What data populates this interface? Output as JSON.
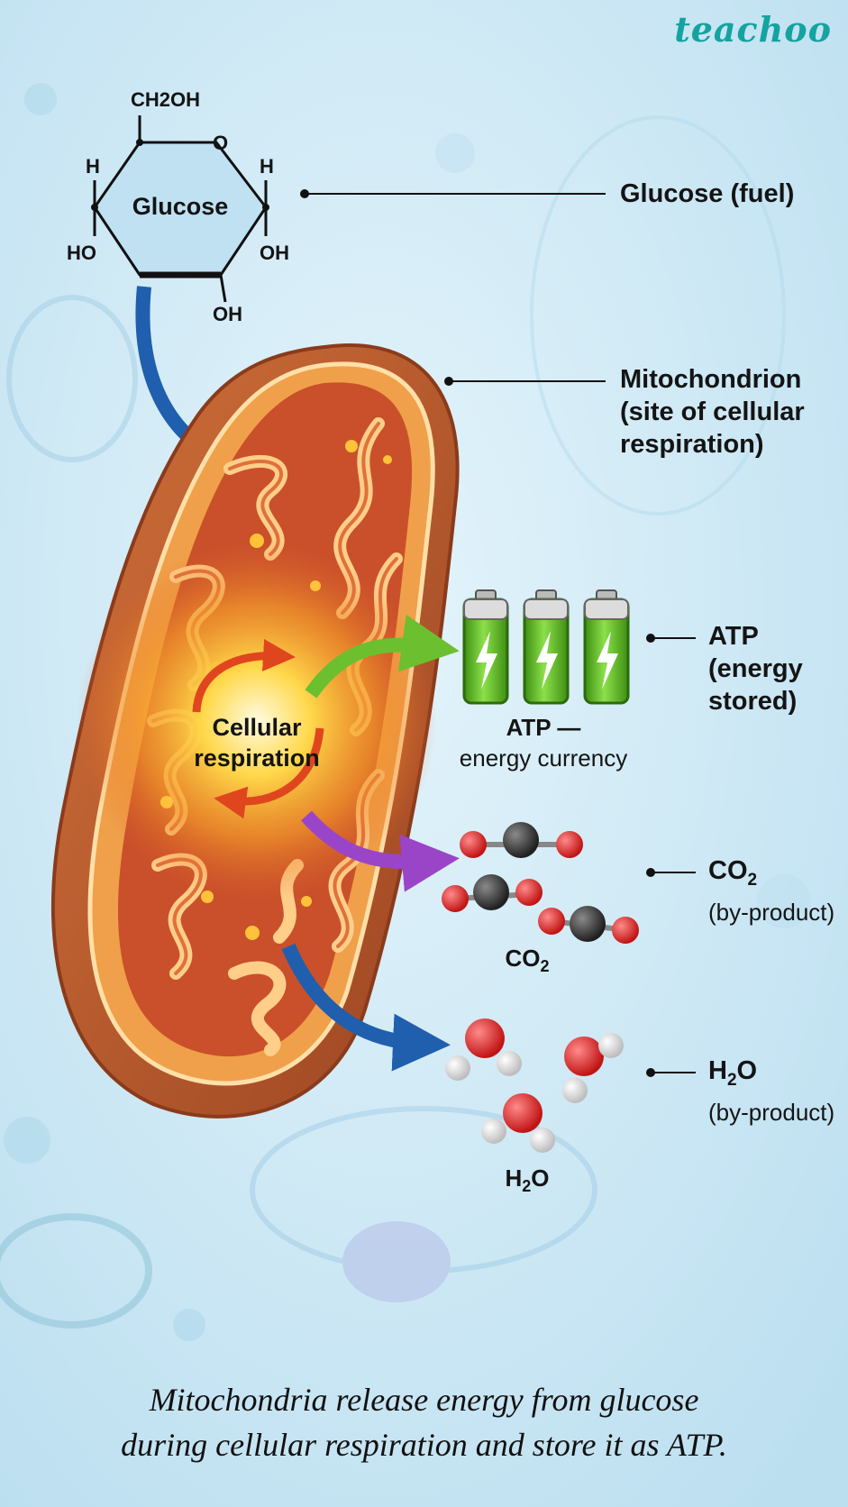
{
  "brand": "teachoo",
  "glucose_molecule": {
    "ring_label": "Glucose",
    "top_group": "CH2OH",
    "ring_oxygen": "O",
    "left_h": "H",
    "right_h": "H",
    "left_ho": "HO",
    "right_oh": "OH",
    "bottom_oh": "OH"
  },
  "callouts": {
    "glucose": {
      "title": "Glucose (fuel)"
    },
    "mitochondrion": {
      "lines": [
        "Mitochondrion",
        "(site of cellular",
        "respiration)"
      ]
    },
    "atp": {
      "lines": [
        "ATP",
        "(energy",
        "stored)"
      ]
    },
    "co2": {
      "formula": "CO",
      "subscript": "2",
      "note": "(by-product)"
    },
    "h2o": {
      "formula_a": "H",
      "subscript": "2",
      "formula_b": "O",
      "note": "(by-product)"
    }
  },
  "inline_labels": {
    "cellular_respiration": [
      "Cellular",
      "respiration"
    ],
    "atp_currency": [
      "ATP —",
      "energy currency"
    ],
    "co2": {
      "formula": "CO",
      "subscript": "2"
    },
    "h2o": {
      "formula_a": "H",
      "subscript": "2",
      "formula_b": "O"
    }
  },
  "caption": [
    "Mitochondria release energy from glucose",
    "during cellular respiration and store it as ATP."
  ],
  "colors": {
    "background": "#d6edf7",
    "glucose_ring": "#bfe1f2",
    "arrow_blue": "#1f5fae",
    "arrow_green": "#6cbf2f",
    "arrow_purple": "#9a45c8",
    "battery_green": "#5db81e",
    "oxygen_atom": "#d81e1e",
    "carbon_atom": "#333333",
    "hydrogen_atom": "#eeeeee",
    "mitochondrion_outer": "#b9542a",
    "mitochondrion_inner": "#e98a3a",
    "brand": "#14a3a0"
  },
  "icons": [
    "glucose-ring-icon",
    "mitochondrion-icon",
    "battery-icon",
    "lightning-icon",
    "co2-molecule-icon",
    "h2o-molecule-icon",
    "cycle-arrows-icon"
  ]
}
